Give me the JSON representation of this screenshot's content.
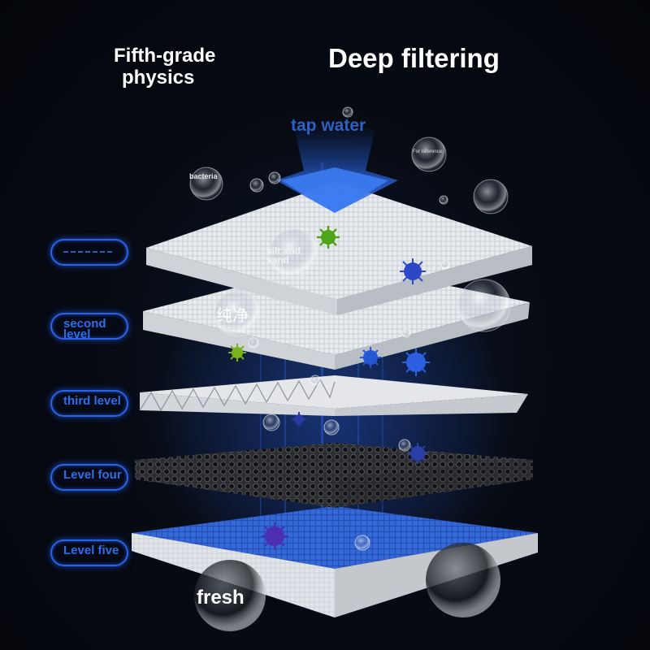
{
  "title_left": [
    "Fifth-grade",
    "physics"
  ],
  "title_right": "Deep filtering",
  "top_input": "tap water",
  "bubble_labels": {
    "bacteria": "bacteria",
    "reference": "For reference.",
    "silt": "silt and sand",
    "pure": "纯净",
    "fresh": "fresh"
  },
  "levels": [
    "",
    "second level",
    "third level",
    "Level four",
    "Level five"
  ],
  "colors": {
    "accent_blue": "#2c63e6",
    "layer_white": "#e8ebee",
    "layer_carbon": "#2a2b2e",
    "layer_blue": "#2f63d4"
  }
}
